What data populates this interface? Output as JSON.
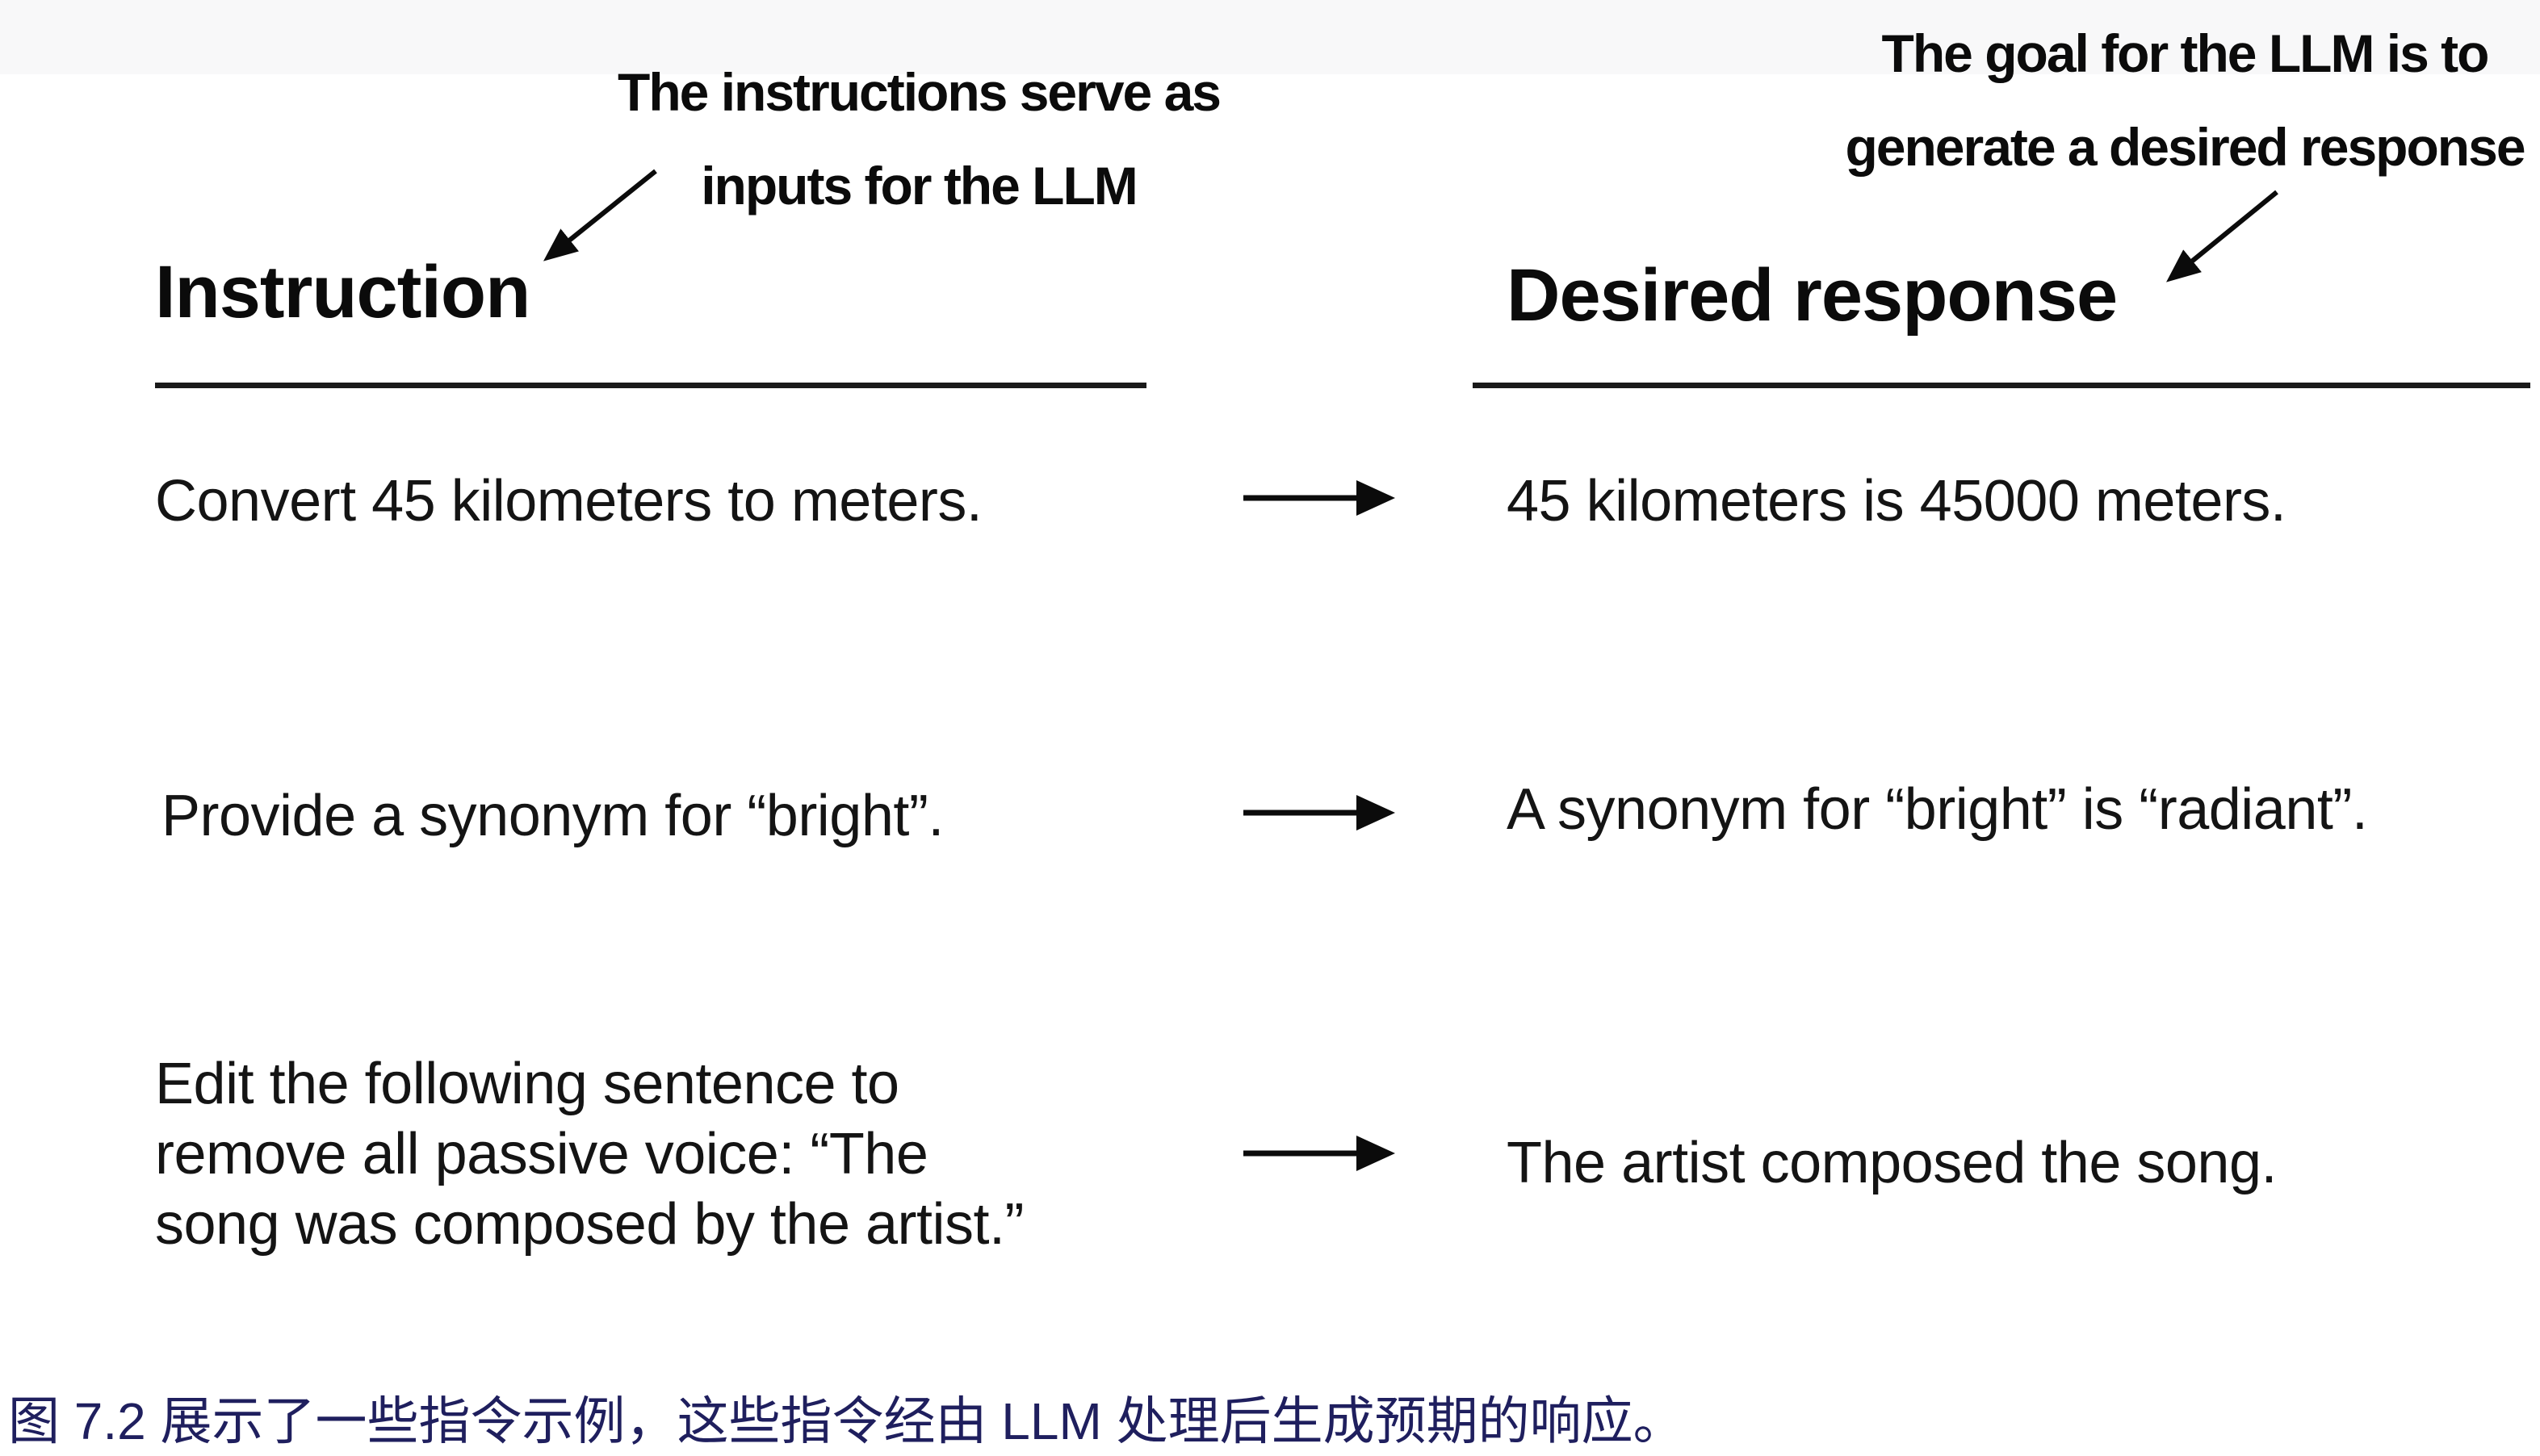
{
  "figure": {
    "annotations": {
      "left": "The instructions serve as\ninputs for the LLM",
      "right": "The goal for the LLM is to\ngenerate a desired response"
    },
    "columns": {
      "instruction_header": "Instruction",
      "response_header": "Desired response"
    },
    "rows": [
      {
        "instruction": "Convert 45 kilometers to meters.",
        "response": "45 kilometers is 45000 meters."
      },
      {
        "instruction": "Provide a synonym for “bright”.",
        "response": "A synonym for “bright” is “radiant”."
      },
      {
        "instruction": "Edit the following sentence to\nremove all passive voice: “The\nsong was composed by the artist.”",
        "response": "The artist composed the song."
      }
    ],
    "caption": "图 7.2 展示了一些指令示例，这些指令经由 LLM 处理后生成预期的响应。",
    "colors": {
      "text": "#111111",
      "caption_text": "#1f1f5e",
      "background": "#ffffff",
      "caption_strip": "#f8f8f9",
      "line": "#1a1a1a"
    }
  }
}
